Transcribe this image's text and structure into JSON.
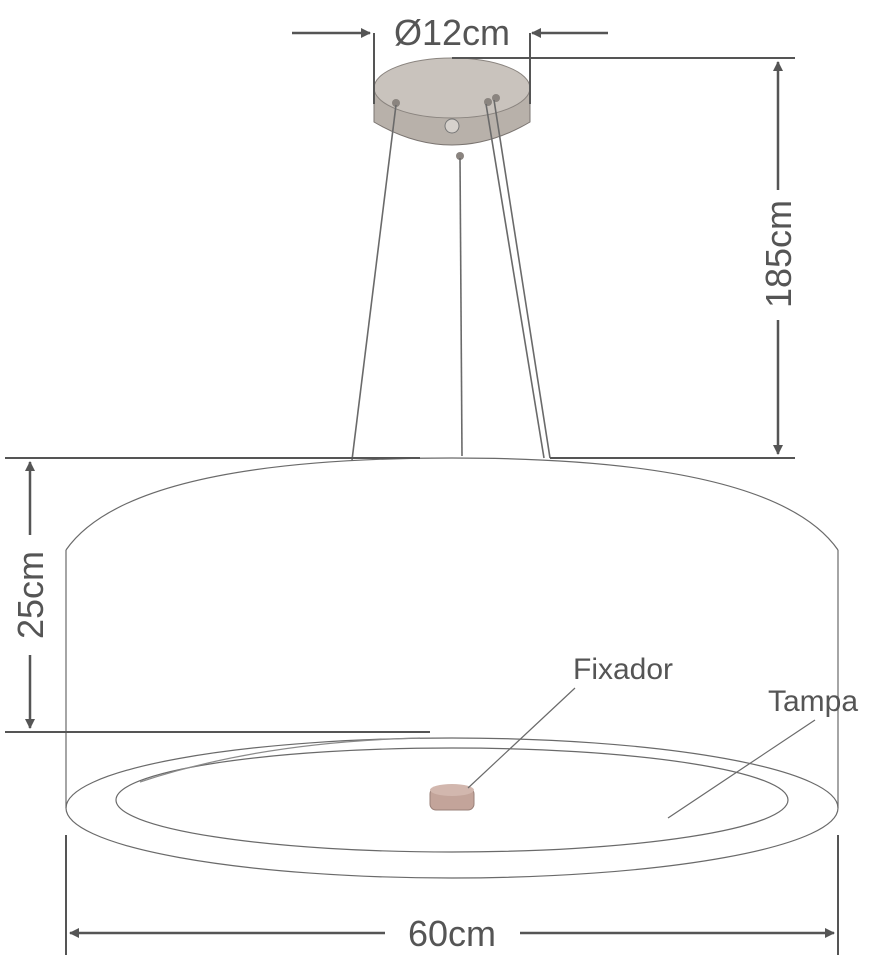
{
  "diagram": {
    "labels": {
      "canopy_diameter": "Ø12cm",
      "cable_length": "185cm",
      "shade_height": "25cm",
      "shade_width": "60cm",
      "fixador": "Fixador",
      "tampa": "Tampa"
    },
    "colors": {
      "line": "#5a5a5a",
      "dim_line": "#555555",
      "canopy_fill": "#b8b1aa",
      "canopy_top": "#c9c3bd",
      "fixture_fill": "#c3a49a",
      "shade_outline": "#6a6a6a"
    }
  }
}
